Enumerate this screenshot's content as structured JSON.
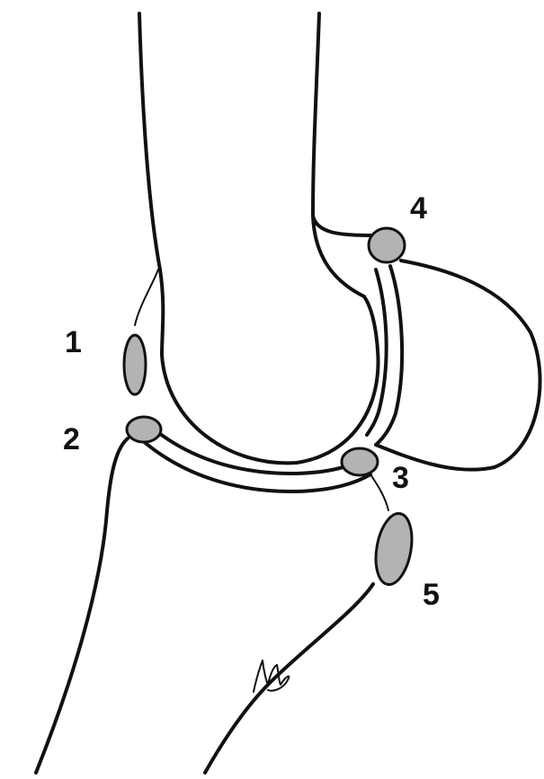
{
  "diagram": {
    "labels": [
      {
        "id": "1",
        "text": "1"
      },
      {
        "id": "2",
        "text": "2"
      },
      {
        "id": "3",
        "text": "3"
      },
      {
        "id": "4",
        "text": "4"
      },
      {
        "id": "5",
        "text": "5"
      }
    ]
  },
  "colors": {
    "line": "#111111",
    "bone_fill": "#b3b3b3",
    "background": "#ffffff"
  }
}
